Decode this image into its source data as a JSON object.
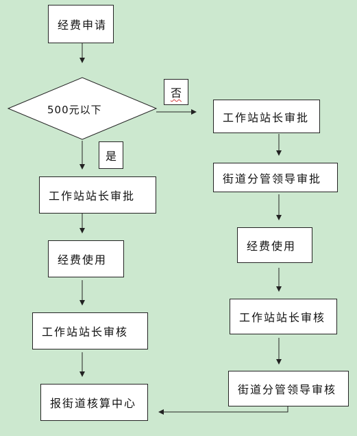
{
  "flowchart": {
    "start": "经费申请",
    "decision": "500元以下",
    "yes_label": "是",
    "no_label": "否",
    "left_branch": [
      "工作站站长审批",
      "经费使用",
      "工作站站长审核",
      "报街道核算中心"
    ],
    "right_branch": [
      "工作站站长审批",
      "街道分管领导审批",
      "经费使用",
      "工作站站长审核",
      "街道分管领导审核"
    ]
  },
  "colors": {
    "background": "#cce8cf",
    "box_fill": "#ffffff",
    "stroke": "#222222"
  }
}
